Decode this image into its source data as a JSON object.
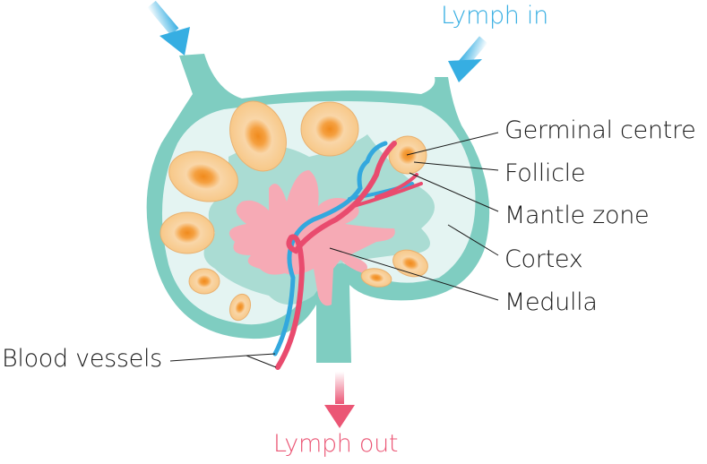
{
  "labels": {
    "lymph_in": "Lymph in",
    "lymph_out": "Lymph out",
    "germinal_centre": "Germinal centre",
    "follicle": "Follicle",
    "mantle_zone": "Mantle zone",
    "cortex": "Cortex",
    "medulla": "Medulla",
    "blood_vessels": "Blood vessels"
  },
  "colors": {
    "capsule": "#7fcdc1",
    "cortex": "#e4f4f2",
    "paracortex": "#aadcd3",
    "medulla": "#f6aab5",
    "follicle": "#f7c888",
    "germinal_centre": "#f08a1c",
    "vein": "#33a8de",
    "artery": "#e94b6e",
    "lymph_in": "#36aee2",
    "lymph_out": "#eb5675"
  }
}
